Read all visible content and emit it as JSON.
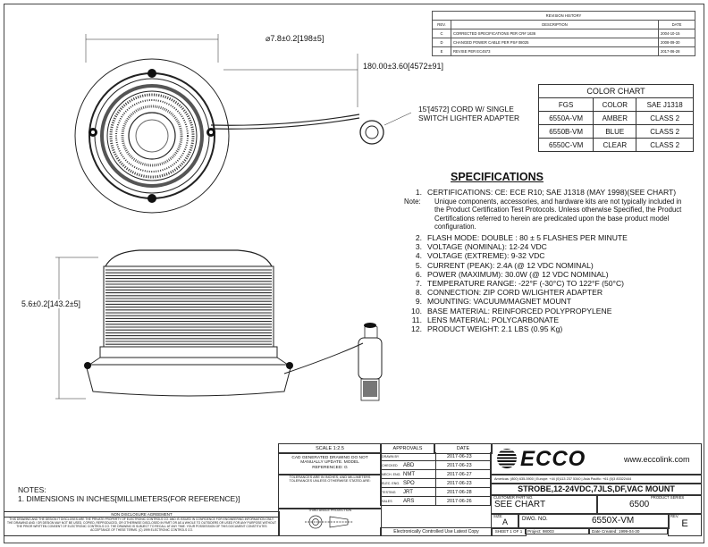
{
  "revision_history": {
    "title": "REVISION HISTORY",
    "headers": [
      "REV.",
      "DESCRIPTION",
      "DATE"
    ],
    "rows": [
      [
        "C",
        "CORRECTED SPECIFICATIONS PER CR# 1636",
        "2004-10-15"
      ],
      [
        "D",
        "CHANGED POWER CABLE PER PS# 08025",
        "2008-09-30"
      ],
      [
        "E",
        "REVISE PER EC4573",
        "2017-06-28"
      ]
    ]
  },
  "dimensions": {
    "diameter": "⌀7.8±0.2[198±5]",
    "cord_length": "180.00±3.60[4572±91]",
    "cord_note_line1": "15'[4572] CORD W/ SINGLE",
    "cord_note_line2": "SWITCH LIGHTER ADAPTER",
    "height": "5.6±0.2[143.2±5]"
  },
  "color_chart": {
    "title": "COLOR CHART",
    "headers": [
      "FGS",
      "COLOR",
      "SAE J1318"
    ],
    "rows": [
      [
        "6550A-VM",
        "AMBER",
        "CLASS 2"
      ],
      [
        "6550B-VM",
        "BLUE",
        "CLASS 2"
      ],
      [
        "6550C-VM",
        "CLEAR",
        "CLASS 2"
      ]
    ]
  },
  "specifications": {
    "title": "SPECIFICATIONS",
    "item1_number": "1.",
    "item1_text": "CERTIFICATIONS: CE: ECE R10; SAE J1318 (MAY 1998)(SEE CHART)",
    "note_label": "Note:",
    "note_text": "Unique components, accessories, and hardware kits are not typically included in the Product Certification Test Protocols. Unless otherwise Specified, the Product Certifications referred to herein are predicated upon the base product model configuration.",
    "items": [
      {
        "num": "2.",
        "text": "FLASH MODE: DOUBLE : 80 ± 5 FLASHES PER MINUTE"
      },
      {
        "num": "3.",
        "text": "VOLTAGE (NOMINAL): 12-24 VDC"
      },
      {
        "num": "4.",
        "text": "VOLTAGE (EXTREME): 9-32 VDC"
      },
      {
        "num": "5.",
        "text": "CURRENT (PEAK): 2.4A (@ 12 VDC NOMINAL)"
      },
      {
        "num": "6.",
        "text": "POWER (MAXIMUM): 30.0W (@ 12 VDC NOMINAL)"
      },
      {
        "num": "7.",
        "text": "TEMPERATURE RANGE: -22°F (-30°C) TO 122°F (50°C)"
      },
      {
        "num": "8.",
        "text": "CONNECTION: ZIP CORD W/LIGHTER ADAPTER"
      },
      {
        "num": "9.",
        "text": "MOUNTING: VACUUM/MAGNET MOUNT"
      },
      {
        "num": "10.",
        "text": "BASE MATERIAL: REINFORCED POLYPROPYLENE"
      },
      {
        "num": "11.",
        "text": "LENS MATERIAL: POLYCARBONATE"
      },
      {
        "num": "12.",
        "text": "PRODUCT WEIGHT: 2.1 LBS (0.95 Kg)"
      }
    ]
  },
  "notes": {
    "title": "NOTES:",
    "line1": "1. DIMENSIONS IN INCHES[MILLIMETERS(FOR REFERENCE)]"
  },
  "title_block": {
    "scale": "SCALE 1:2.5",
    "approvals": "APPROVALS",
    "date_header": "DATE",
    "cad_note": "CAD GENERATED DRAWING DO NOT MANUALLY UPDATE. MODEL REFERENCED: G",
    "tolerance_note": "TOLERANCES ARE IN INCHES, AND MILLIMETERS TOLERANCES UNLESS OTHERWISE STATED ARE:",
    "third_angle": "THIRD ANGLE PROJECTION",
    "approval_rows": [
      {
        "role": "DRAWN BY",
        "initials": "",
        "date": "2017-06-23"
      },
      {
        "role": "CHECKED",
        "initials": "ABD",
        "date": "2017-06-23"
      },
      {
        "role": "MECH. ENG.",
        "initials": "NMT",
        "date": "2017-06-27"
      },
      {
        "role": "ELEC. ENG.",
        "initials": "SPO",
        "date": "2017-06-23"
      },
      {
        "role": "TESTING",
        "initials": "JRT",
        "date": "2017-06-28"
      },
      {
        "role": "SALES",
        "initials": "ARS",
        "date": "2017-06-26"
      }
    ],
    "brand": "ECCO",
    "website": "www.eccolink.com",
    "contacts": "Americas: (800) 635-5900  |  Europe: +44 (0)113 237 5340  |  Asia Pacific: +61 (0)3 83322444",
    "product_title": "STROBE,12-24VDC,7JLS,DF,VAC MOUNT",
    "customer_part_label": "CUSTOMER PART NO.",
    "customer_part": "SEE CHART",
    "product_series_label": "PRODUCT SERIES",
    "product_series": "6500",
    "size_label": "SIZE:",
    "size": "A",
    "dwg_label": "DWG. NO.",
    "dwg_no": "6550X-VM",
    "rev_label": "REV.",
    "rev": "E",
    "footer_copy": "Electronically Controlled Use Latest Copy",
    "sheet": "SHEET 1 OF 1",
    "project_label": "Project:",
    "project": "98003",
    "date_created_label": "Date Created:",
    "date_created": "1999-04-30",
    "nda_title": "NON DISCLOSURE AGREEMENT",
    "nda_text": "THIS DRAWING AND THE DESIGN IT DISCLOSES ARE THE PRIVATE PROPERTY OF ELECTRONIC CONTROLS CO. AND IS ISSUED IN CONFIDENCE FOR ENGINEERING INFORMATION ONLY. THE DRAWING AND / OR DESIGN MAY NOT BE USED, COPIED, REPRODUCED, OR OTHERWISE DISCLOSED IN PART OR AS A WHOLE TO OUTSIDERS OR USED FOR ANY PURPOSE WITHOUT THE PRIOR WRITTEN CONSENT OF ELECTRONIC CONTROLS CO. THE DRAWING IS SUBJECT TO RECALL AT ANY TIME. YOUR POSSESSION OF THIS DOCUMENT CONSTITUTES ACCEPTANCE OF THESE TERMS. (C) 1999 ELECTRONIC CONTROLS CO."
  }
}
